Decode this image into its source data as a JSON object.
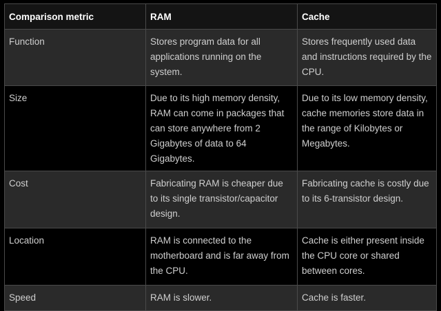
{
  "table": {
    "headers": [
      "Comparison metric",
      "RAM",
      "Cache"
    ],
    "rows": [
      [
        "Function",
        "Stores program data for all applications running on the system.",
        "Stores frequently used data and instructions required by the CPU."
      ],
      [
        "Size",
        "Due to its high memory density, RAM can come in packages that can store anywhere from 2 Gigabytes of data to 64 Gigabytes.",
        "Due to its low memory density, cache memories store data in the range of Kilobytes or Megabytes."
      ],
      [
        "Cost",
        "Fabricating RAM is cheaper due to its single transistor/capacitor design.",
        "Fabricating cache is costly due to its 6-transistor design."
      ],
      [
        "Location",
        "RAM is connected to the motherboard and is far away from the CPU.",
        "Cache is either present inside the CPU core or shared between cores."
      ],
      [
        "Speed",
        "RAM is slower.",
        "Cache is faster."
      ]
    ]
  },
  "colors": {
    "header_bg": "#141414",
    "row_alt_bg": "#2a2a2a",
    "row_bg": "#000000",
    "border": "#4a4a4a",
    "text": "#cfcfcf"
  }
}
